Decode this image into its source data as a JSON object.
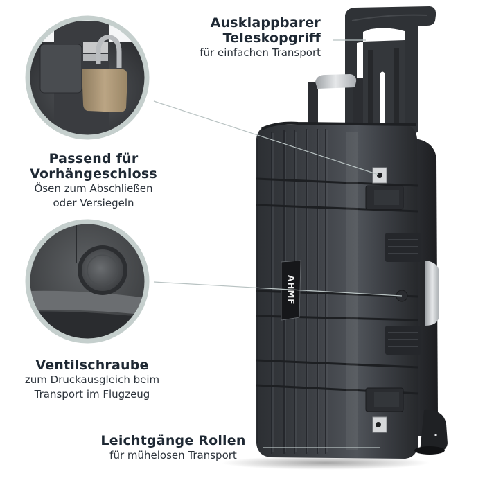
{
  "callouts": {
    "handle": {
      "title_line1": "Ausklappbarer",
      "title_line2": "Teleskopgriff",
      "subtitle": "für einfachen Transport"
    },
    "lock": {
      "title_line1": "Passend für",
      "title_line2": "Vorhängeschloss",
      "subtitle_line1": "Ösen zum Abschließen",
      "subtitle_line2": "oder Versiegeln"
    },
    "valve": {
      "title": "Ventilschraube",
      "subtitle_line1": "zum Druckausgleich beim",
      "subtitle_line2": "Transport im Flugzeug"
    },
    "wheels": {
      "title": "Leichtgänge Rollen",
      "subtitle": "für mühelosen Transport"
    }
  },
  "product": {
    "brand_logo": "AHMF",
    "case_color": "#3a3d41",
    "handle_grip_color": "#c9cccf",
    "padlock_color": "#b09a78",
    "ring_color": "#c5cfcd",
    "line_color": "#b8c2c2"
  }
}
